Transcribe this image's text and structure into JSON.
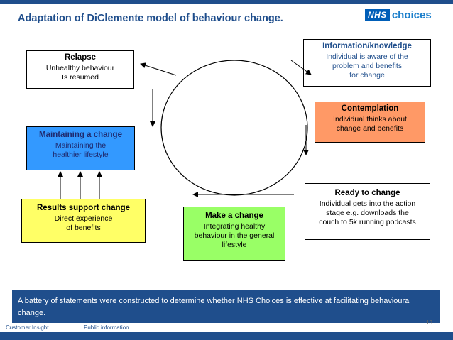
{
  "title": "Adaptation of DiClemente model of behaviour change.",
  "logo": {
    "nhs": "NHS",
    "choices": "choices"
  },
  "boxes": {
    "relapse": {
      "title": "Relapse",
      "body": "Unhealthy behaviour\nIs resumed"
    },
    "information": {
      "title": "Information/knowledge",
      "body": "Individual is aware of the\nproblem and benefits\nfor change"
    },
    "contemplation": {
      "title": "Contemplation",
      "body": "Individual thinks about\nchange and benefits"
    },
    "maintaining": {
      "title": "Maintaining a change",
      "body": "Maintaining the\nhealthier lifestyle"
    },
    "ready": {
      "title": "Ready to change",
      "body": "Individual gets into the action\nstage e.g. downloads the\ncouch to 5k running podcasts"
    },
    "results": {
      "title": "Results support change",
      "body": "Direct experience\nof benefits"
    },
    "make": {
      "title": "Make a change",
      "body": "Integrating healthy\nbehaviour in the general\nlifestyle"
    }
  },
  "banner": "A battery of statements were constructed to determine whether NHS Choices is effective at facilitating behavioural change.",
  "footer": {
    "left": "Customer Insight",
    "middle": "Public information",
    "page": "13"
  },
  "colors": {
    "brand": "#1f4e8c",
    "contemplation": "#ff9966",
    "maintaining": "#3399ff",
    "results": "#ffff66",
    "make": "#99ff66"
  }
}
